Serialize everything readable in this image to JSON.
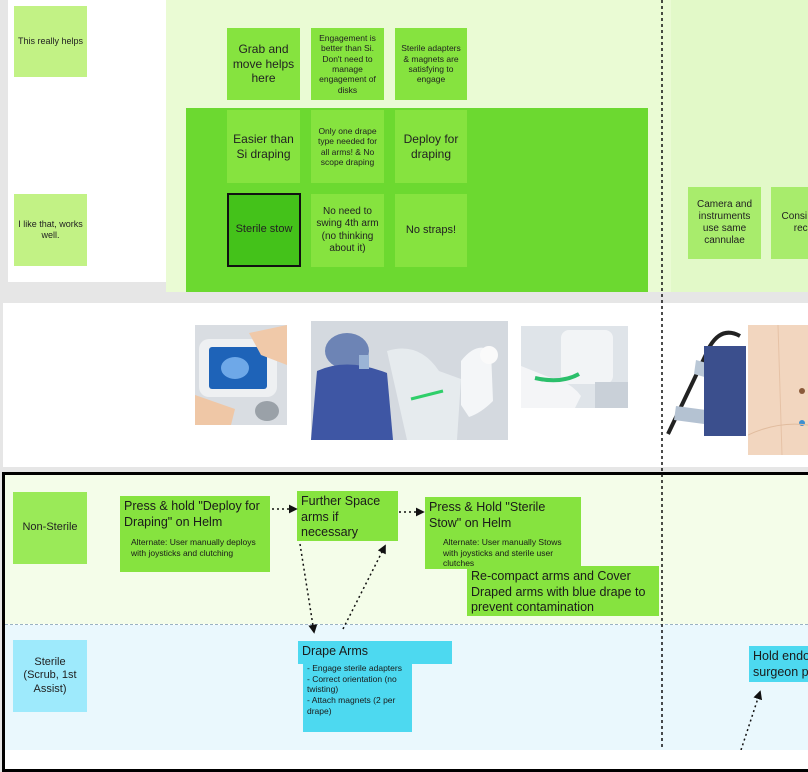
{
  "top_section": {
    "row_labels": [
      "This really helps",
      "I like that, works well."
    ],
    "notes_row1": [
      "Grab and move helps here",
      "Engagement is better than Si. Don't need to manage engagement of disks",
      "Sterile adapters & magnets are satisfying to engage"
    ],
    "notes_row2": [
      "Easier than Si draping",
      "Only one drape type needed for all arms! & No scope draping",
      "Deploy for draping"
    ],
    "notes_row3": [
      "Sterile stow",
      "No need to swing 4th arm (no thinking about it)",
      "No straps!"
    ],
    "notes_right": [
      "Camera and instruments use same cannulae",
      "Consi sim reco"
    ]
  },
  "lanes": {
    "non_sterile_label": "Non-Sterile",
    "sterile_label": "Sterile (Scrub, 1st Assist)"
  },
  "flow": {
    "step1_title": "Press & hold \"Deploy for Draping\" on Helm",
    "step1_sub": "Alternate: User manually deploys with joysticks and clutching",
    "step2_title": "Further Space arms if necessary",
    "step3_title": "Press & Hold \"Sterile Stow\" on Helm",
    "step3_sub": "Alternate: User manually Stows with joysticks and sterile user clutches",
    "step4_title": "Re-compact arms and Cover Draped arms with blue drape to prevent contamination",
    "drape_title": "Drape Arms",
    "drape_items": "- Engage sterile adapters\n- Correct orientation (no twisting)\n- Attach magnets (2 per drape)",
    "hold_title": "Hold endo surgeon p"
  },
  "colors": {
    "light_green": "#c2f285",
    "mid_green": "#86e33f",
    "selected_green": "#44c21a",
    "cyan": "#4dd9f0",
    "light_cyan": "#9eeafc"
  }
}
